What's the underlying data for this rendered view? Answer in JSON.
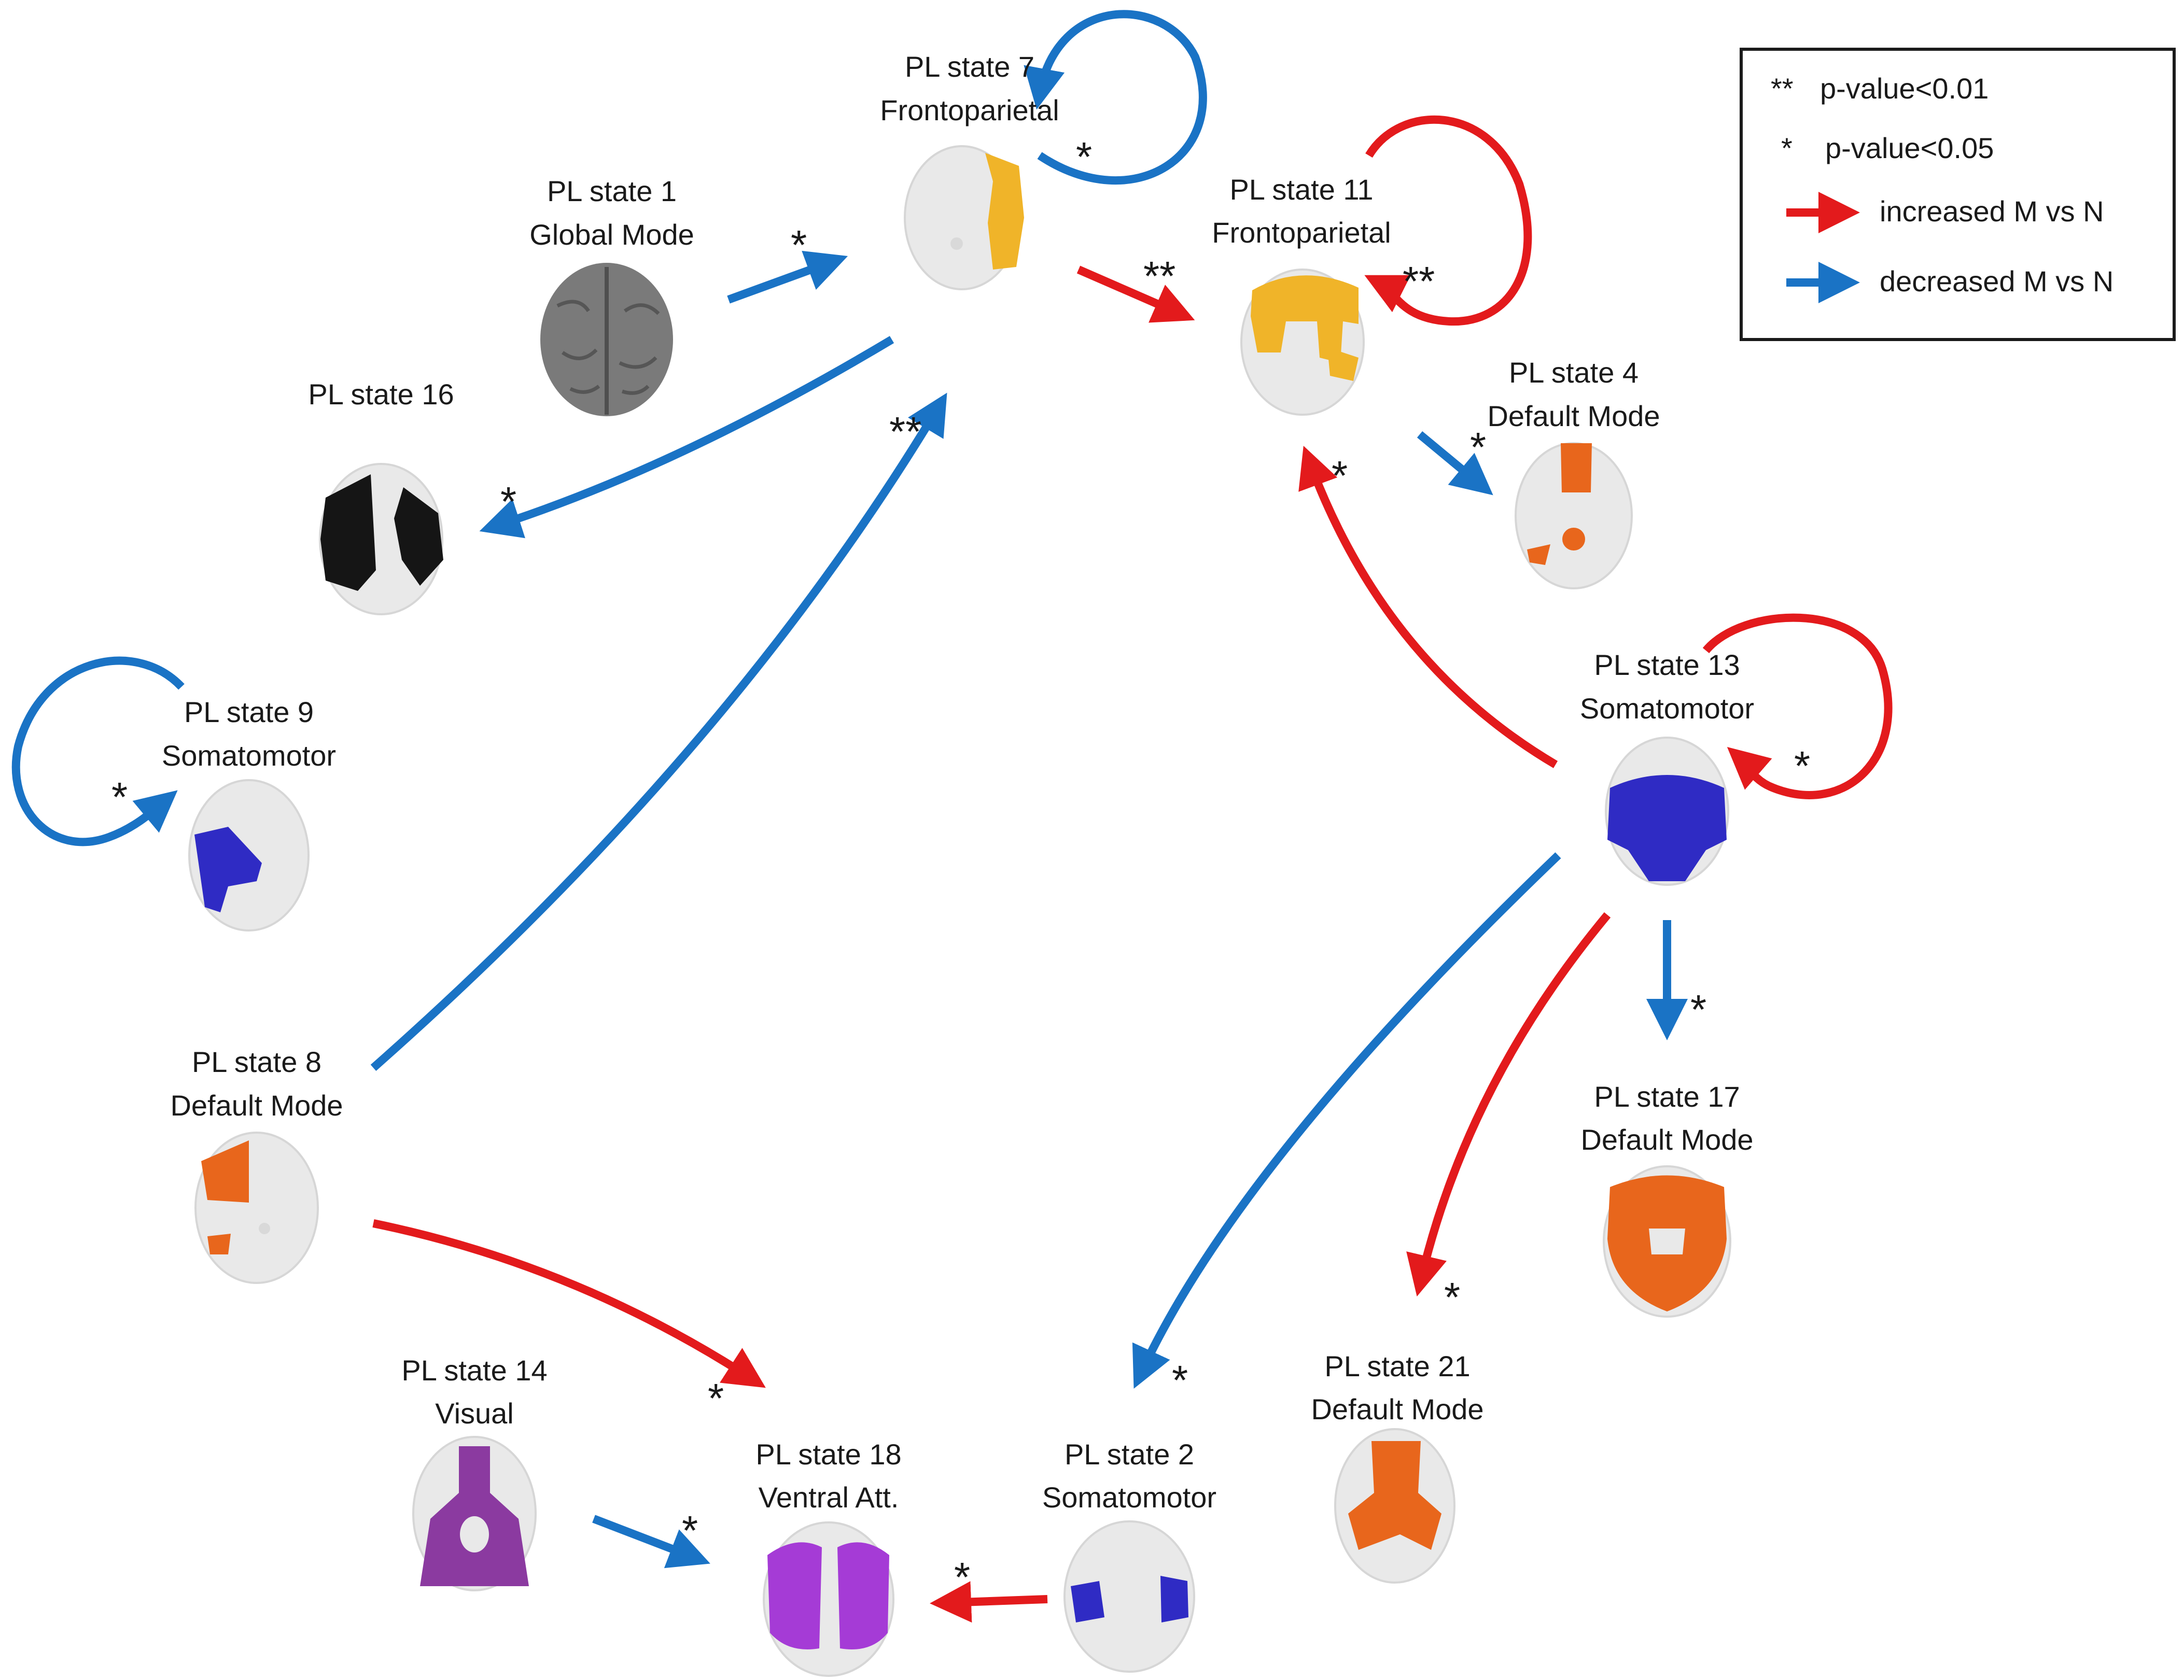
{
  "colors": {
    "increased": "#e31a1c",
    "decreased": "#1a73c5",
    "brain_shell": "#e9e9e9",
    "global": "#7a7a7a",
    "frontoparietal": "#f0b429",
    "default_mode": "#e8661c",
    "somatomotor": "#2f2bc4",
    "ventral_att": "#a53bd6",
    "visual": "#8b3aa0",
    "pl16": "#151515"
  },
  "legend": {
    "double_star": "**",
    "double_star_text": "p-value<0.01",
    "single_star": "*",
    "single_star_text": "p-value<0.05",
    "increased_text": "increased M vs N",
    "decreased_text": "decreased M vs N"
  },
  "nodes": [
    {
      "id": "pl1",
      "title": "PL state 1",
      "network": "Global Mode",
      "icon": "brain-global-icon"
    },
    {
      "id": "pl7",
      "title": "PL state 7",
      "network": "Frontoparietal",
      "icon": "brain-frontoparietal-icon"
    },
    {
      "id": "pl11",
      "title": "PL state 11",
      "network": "Frontoparietal",
      "icon": "brain-frontoparietal-icon"
    },
    {
      "id": "pl16",
      "title": "PL state 16",
      "network": "",
      "icon": "brain-pl16-icon"
    },
    {
      "id": "pl4",
      "title": "PL state 4",
      "network": "Default Mode",
      "icon": "brain-default-mode-icon"
    },
    {
      "id": "pl9",
      "title": "PL state 9",
      "network": "Somatomotor",
      "icon": "brain-somatomotor-icon"
    },
    {
      "id": "pl13",
      "title": "PL state 13",
      "network": "Somatomotor",
      "icon": "brain-somatomotor-icon"
    },
    {
      "id": "pl8",
      "title": "PL state 8",
      "network": "Default Mode",
      "icon": "brain-default-mode-icon"
    },
    {
      "id": "pl17",
      "title": "PL state 17",
      "network": "Default Mode",
      "icon": "brain-default-mode-icon"
    },
    {
      "id": "pl21",
      "title": "PL state 21",
      "network": "Default Mode",
      "icon": "brain-default-mode-icon"
    },
    {
      "id": "pl14",
      "title": "PL state 14",
      "network": "Visual",
      "icon": "brain-visual-icon"
    },
    {
      "id": "pl18",
      "title": "PL state 18",
      "network": "Ventral Att.",
      "icon": "brain-ventral-att-icon"
    },
    {
      "id": "pl2",
      "title": "PL state 2",
      "network": "Somatomotor",
      "icon": "brain-somatomotor-icon"
    }
  ],
  "transitions": [
    {
      "from": "PL state 1",
      "to": "PL state 7",
      "change": "decreased",
      "sig": "*"
    },
    {
      "from": "PL state 7",
      "to": "PL state 7",
      "change": "decreased",
      "sig": "*"
    },
    {
      "from": "PL state 7",
      "to": "PL state 11",
      "change": "increased",
      "sig": "**"
    },
    {
      "from": "PL state 7",
      "to": "PL state 16",
      "change": "decreased",
      "sig": "*"
    },
    {
      "from": "PL state 8",
      "to": "PL state 7",
      "change": "decreased",
      "sig": "**"
    },
    {
      "from": "PL state 11",
      "to": "PL state 11",
      "change": "increased",
      "sig": "**"
    },
    {
      "from": "PL state 11",
      "to": "PL state 4",
      "change": "decreased",
      "sig": "*"
    },
    {
      "from": "PL state 13",
      "to": "PL state 11",
      "change": "increased",
      "sig": "*"
    },
    {
      "from": "PL state 13",
      "to": "PL state 13",
      "change": "increased",
      "sig": "*"
    },
    {
      "from": "PL state 9",
      "to": "PL state 9",
      "change": "decreased",
      "sig": "*"
    },
    {
      "from": "PL state 13",
      "to": "PL state 17",
      "change": "decreased",
      "sig": "*"
    },
    {
      "from": "PL state 13",
      "to": "PL state 21",
      "change": "increased",
      "sig": "*"
    },
    {
      "from": "PL state 13",
      "to": "PL state 2",
      "change": "decreased",
      "sig": "*"
    },
    {
      "from": "PL state 8",
      "to": "PL state 18",
      "change": "increased",
      "sig": "*"
    },
    {
      "from": "PL state 14",
      "to": "PL state 18",
      "change": "decreased",
      "sig": "*"
    },
    {
      "from": "PL state 2",
      "to": "PL state 18",
      "change": "increased",
      "sig": "*"
    }
  ]
}
